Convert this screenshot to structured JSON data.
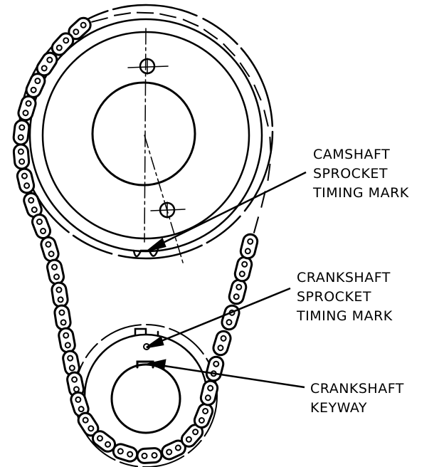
{
  "labels": {
    "camshaft_timing_mark": [
      "CAMSHAFT",
      "SPROCKET",
      "TIMING MARK"
    ],
    "crankshaft_timing_mark": [
      "CRANKSHAFT",
      "SPROCKET",
      "TIMING MARK"
    ],
    "crankshaft_keyway": [
      "CRANKSHAFT",
      "KEYWAY"
    ]
  },
  "colors": {
    "ink": "#000000",
    "paper": "#ffffff"
  }
}
